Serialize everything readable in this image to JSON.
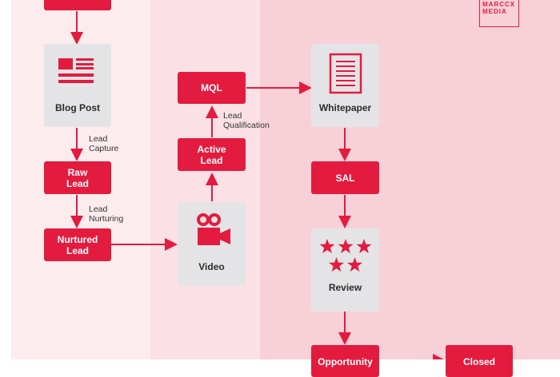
{
  "logo": {
    "text": "MARCCX\nMEDIA"
  },
  "cards": {
    "blog_post": "Blog Post",
    "video": "Video",
    "whitepaper": "Whitepaper",
    "review": "Review"
  },
  "stages": {
    "raw_lead": "Raw\nLead",
    "nurtured_lead": "Nurtured\nLead",
    "active_lead": "Active\nLead",
    "mql": "MQL",
    "sal": "SAL",
    "opportunity": "Opportunity",
    "closed": "Closed"
  },
  "notes": {
    "lead_capture": "Lead\nCapture",
    "lead_nurturing": "Lead\nNurturing",
    "lead_qualification": "Lead\nQualification"
  },
  "colors": {
    "accent": "#e31b3f",
    "card": "#e4e4e6",
    "band_1": "#fdecee",
    "band_2": "#fbe1e5",
    "band_3": "#f8d1d8"
  },
  "icons": {
    "blog_post": "article-icon",
    "video": "video-camera-icon",
    "whitepaper": "document-icon",
    "review": "stars-icon"
  }
}
